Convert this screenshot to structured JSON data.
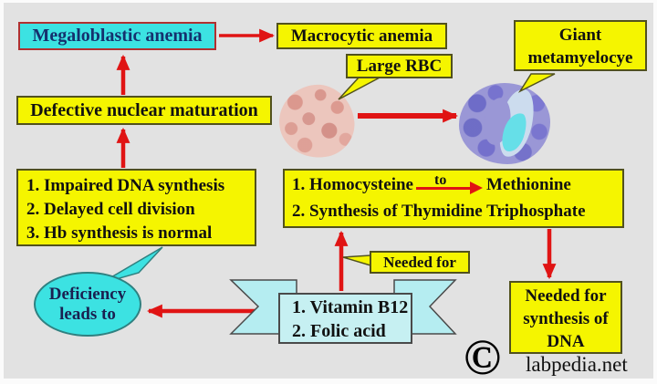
{
  "diagram_title": "Megaloblastic anemia pathway",
  "colors": {
    "background": "#e2e2e2",
    "box_yellow": "#f5f500",
    "box_cyan": "#3ce2e2",
    "ribbon_cyan": "#c6f0f2",
    "arrow_red": "#e01414",
    "text_navy": "#15316e",
    "text_black": "#111111"
  },
  "nodes": {
    "megaloblastic": {
      "label": "Megaloblastic anemia"
    },
    "macrocytic": {
      "label": "Macrocytic anemia"
    },
    "large_rbc": {
      "label": "Large RBC"
    },
    "giant_meta": {
      "line1": "Giant",
      "line2": "metamyelocye"
    },
    "defective": {
      "label": "Defective nuclear maturation"
    },
    "left_list": {
      "items": [
        "1. Impaired DNA synthesis",
        "2. Delayed cell division",
        "3. Hb synthesis is normal"
      ]
    },
    "right_list": {
      "item1_prefix": "1. Homocysteine",
      "item1_arrow_label": "to",
      "item1_suffix": "Methionine",
      "item2": "2. Synthesis of Thymidine Triphosphate"
    },
    "needed_for": {
      "label": "Needed for"
    },
    "needed_dna": {
      "lines": [
        "Needed for",
        "synthesis of",
        "DNA"
      ]
    },
    "deficiency_bubble": {
      "line1": "Deficiency",
      "line2": "leads to"
    },
    "ribbon": {
      "items": [
        "1. Vitamin B12",
        "2. Folic acid"
      ]
    },
    "watermark": {
      "copyright": "©",
      "site": "labpedia.net"
    }
  }
}
